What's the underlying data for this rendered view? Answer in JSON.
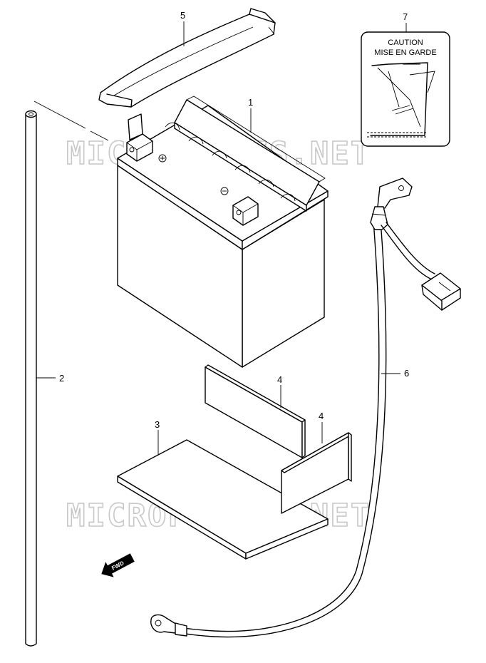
{
  "watermark": "MICROFICHES.NET",
  "callouts": {
    "battery": "1",
    "vent_tube": "2",
    "tray_pad": "3",
    "spacer_front": "4",
    "spacer_side": "4",
    "holder_band": "5",
    "minus_lead": "6",
    "caution_label": "7"
  },
  "caution_label": {
    "line1": "CAUTION",
    "line2": "MISE EN GARDE"
  },
  "direction_arrow": "FWD"
}
